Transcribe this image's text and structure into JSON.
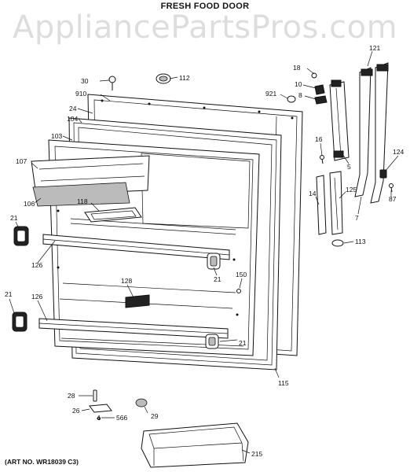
{
  "title": "FRESH FOOD DOOR",
  "watermark": "AppliancePartsPros.com",
  "art_no": "(ART NO. WR18039 C3)",
  "part_labels": {
    "p18": "18",
    "p121": "121",
    "p30": "30",
    "p112": "112",
    "p10": "10",
    "p910": "910",
    "p921": "921",
    "p8": "8",
    "p24": "24",
    "p104": "104",
    "p103": "103",
    "p16": "16",
    "p124": "124",
    "p107": "107",
    "p5": "5",
    "p14": "14",
    "p125": "125",
    "p87": "87",
    "p118": "118",
    "p106": "106",
    "p7": "7",
    "p21a": "21",
    "p113": "113",
    "p126a": "126",
    "p150": "150",
    "p128": "128",
    "p21b": "21",
    "p21c": "21",
    "p126b": "126",
    "p21d": "21",
    "p115": "115",
    "p28": "28",
    "p26": "26",
    "p4": "4",
    "p566": "566",
    "p29": "29",
    "p215": "215"
  }
}
